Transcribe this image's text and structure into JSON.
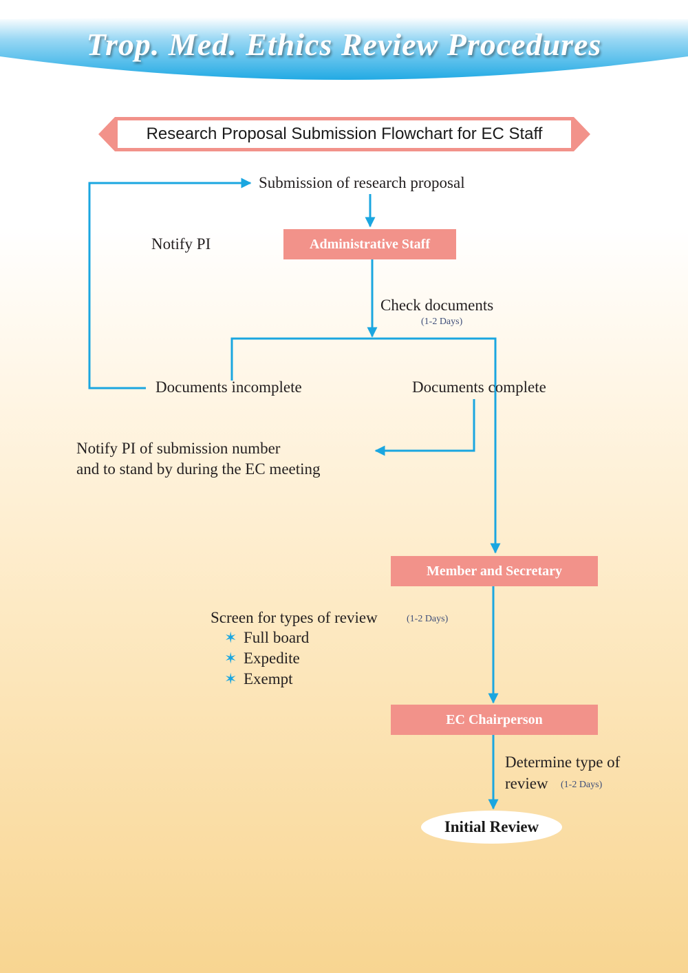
{
  "header": {
    "title": "Trop. Med. Ethics Review Procedures",
    "subtitle": "Research Proposal Submission Flowchart for EC Staff"
  },
  "colors": {
    "arrow": "#1aa6e0",
    "box_fill": "#f2928a",
    "banner_blue": "#29aee6"
  },
  "flow": {
    "submission": "Submission of research proposal",
    "notify_pi": "Notify PI",
    "admin_staff": "Administrative Staff",
    "check_documents": "Check documents",
    "check_duration": "(1-2 Days)",
    "docs_incomplete": "Documents incomplete",
    "docs_complete": "Documents complete",
    "notify_submission_line1": "Notify PI of submission number",
    "notify_submission_line2": "and to stand by during the EC meeting",
    "member_secretary": "Member and Secretary",
    "screen_types": "Screen for types of review",
    "screen_duration": "(1-2 Days)",
    "review_types": [
      "Full board",
      "Expedite",
      "Exempt"
    ],
    "ec_chairperson": "EC Chairperson",
    "determine_line1": "Determine type of",
    "determine_line2": "review",
    "determine_duration": "(1-2 Days)",
    "initial_review": "Initial Review"
  }
}
